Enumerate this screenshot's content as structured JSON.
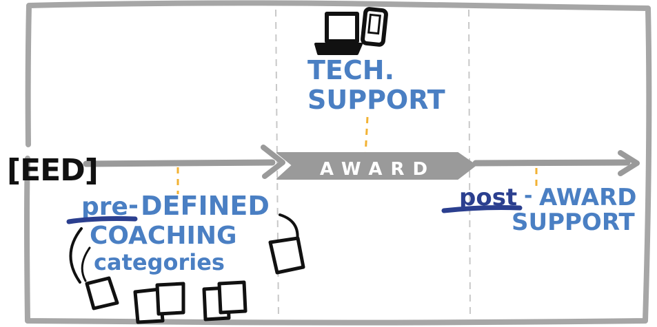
{
  "colors": {
    "ink": "#111111",
    "blue": "#4a7fc3",
    "navy": "#2b3f8f",
    "arrow_gray": "#9a9a9a",
    "border_gray": "#a6a6a6",
    "divider_gray": "#c8c8c8",
    "yellow": "#f2b233"
  },
  "start_label": "[EED]",
  "award_label": "AWARD",
  "tech_support": {
    "line1": "TECH.",
    "line2": "SUPPORT"
  },
  "pre_defined": {
    "prefix": "pre",
    "dash": "-",
    "word": "DEFINED",
    "line2": "COACHING",
    "line3": "categories"
  },
  "post_award": {
    "prefix": "post",
    "dash": "-",
    "word": "AWARD",
    "line2": "SUPPORT"
  },
  "icons": [
    "laptop-icon",
    "phone-icon",
    "sticky-note-icon"
  ]
}
